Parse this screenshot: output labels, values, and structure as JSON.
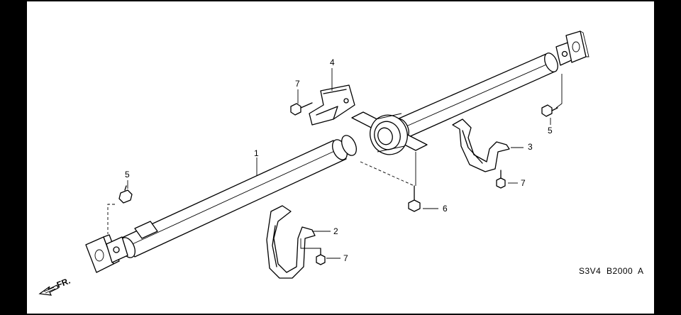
{
  "callouts": {
    "c1": "1",
    "c2": "2",
    "c3": "3",
    "c4": "4",
    "c5a": "5",
    "c5b": "5",
    "c6": "6",
    "c7a": "7",
    "c7b": "7",
    "c7c": "7"
  },
  "diagram_code": "S3V4  B2000",
  "diagram_rev": "A",
  "direction_label": "FR."
}
